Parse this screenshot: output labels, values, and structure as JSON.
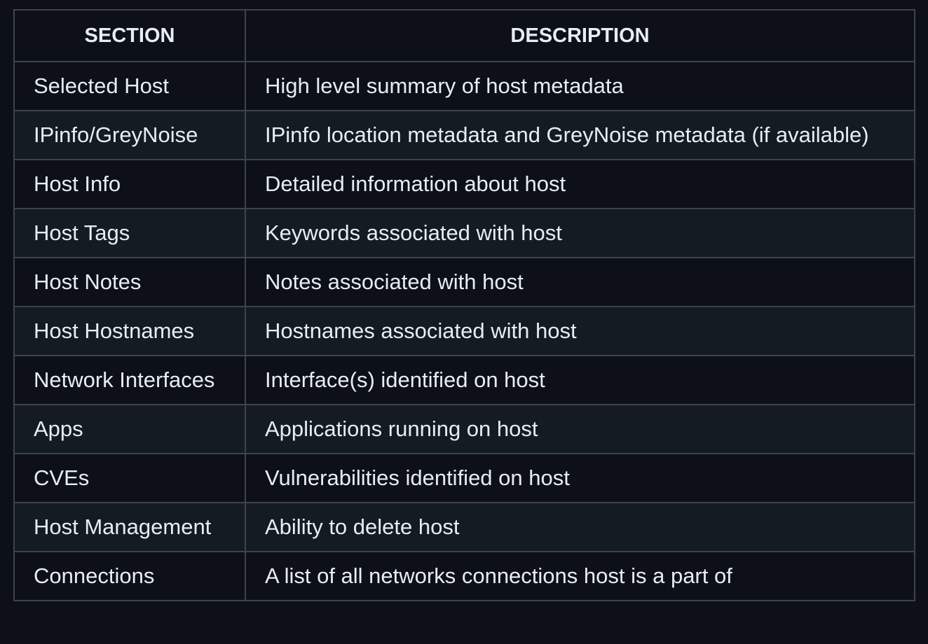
{
  "table": {
    "headers": [
      "SECTION",
      "DESCRIPTION"
    ],
    "rows": [
      [
        "Selected Host",
        "High level summary of host metadata"
      ],
      [
        "IPinfo/GreyNoise",
        "IPinfo location metadata and GreyNoise metadata (if available)"
      ],
      [
        "Host Info",
        "Detailed information about host"
      ],
      [
        "Host Tags",
        "Keywords associated with host"
      ],
      [
        "Host Notes",
        "Notes associated with host"
      ],
      [
        "Host Hostnames",
        "Hostnames associated with host"
      ],
      [
        "Network Interfaces",
        "Interface(s) identified on host"
      ],
      [
        "Apps",
        "Applications running on host"
      ],
      [
        "CVEs",
        "Vulnerabilities identified on host"
      ],
      [
        "Host Management",
        "Ability to delete host"
      ],
      [
        "Connections",
        "A list of all networks connections host is a part of"
      ]
    ]
  }
}
